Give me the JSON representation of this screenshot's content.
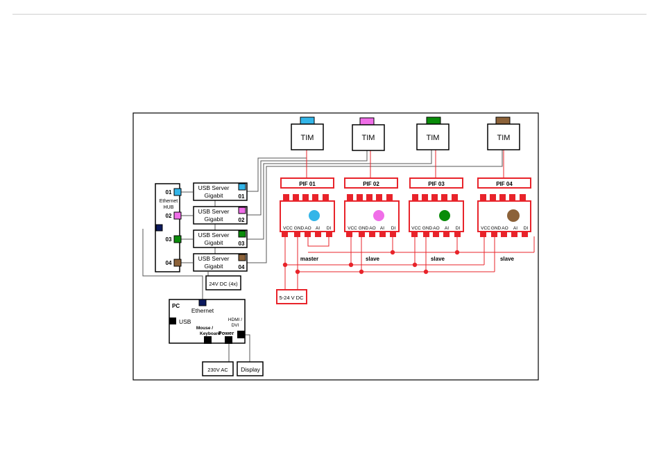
{
  "colors": {
    "ch01": "#33b5e8",
    "ch02": "#f06ee8",
    "ch03": "#0a8c0a",
    "ch04": "#8c6239",
    "ethernet": "#0c1a5e",
    "red": "#e8232a"
  },
  "tim": {
    "label": "TIM"
  },
  "pif": [
    {
      "label": "PIF 01",
      "role": "master"
    },
    {
      "label": "PIF 02",
      "role": "slave"
    },
    {
      "label": "PIF 03",
      "role": "slave"
    },
    {
      "label": "PIF 04",
      "role": "slave"
    }
  ],
  "pif_pins": {
    "vcc": "VCC",
    "gnd": "GND",
    "ao": "AO",
    "ai": "AI",
    "di": "DI"
  },
  "hub": {
    "line1": "Ethernet",
    "line2": "HUB",
    "ports": [
      "01",
      "02",
      "03",
      "04"
    ]
  },
  "usb_server": {
    "line1": "USB Server",
    "line2": "Gigabit",
    "numbers": [
      "01",
      "02",
      "03",
      "04"
    ]
  },
  "power24": "24V DC (4x)",
  "power524": "5-24 V DC",
  "pc": {
    "title": "PC",
    "ethernet": "Ethernet",
    "usb": "USB",
    "mouse_line1": "Mouse /",
    "mouse_line2": "Keyboard",
    "power": "Power",
    "hdmi_line1": "HDMI /",
    "hdmi_line2": "DVI"
  },
  "ac230": "230V AC",
  "display": "Display"
}
